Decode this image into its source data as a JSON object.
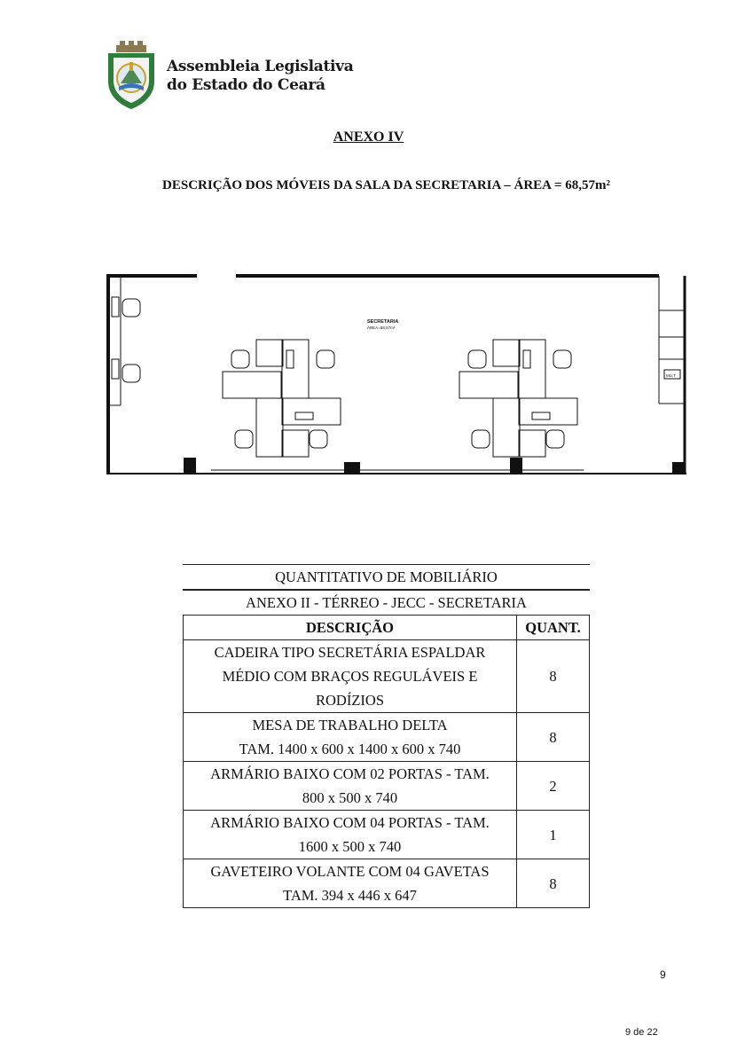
{
  "header": {
    "org_line1": "Assembleia Legislativa",
    "org_line2": "do Estado do Ceará",
    "colors": {
      "shield_green": "#2e7d3c",
      "shield_gold": "#c9a227",
      "tower": "#8a7a52"
    }
  },
  "annex_title": "ANEXO IV",
  "subtitle": "DESCRIÇÃO DOS MÓVEIS DA SALA DA SECRETARIA – ÁREA = 68,57m²",
  "plan": {
    "room_label": "SECRETARIA",
    "area_label": "ÁREA=68,57m²",
    "cabinet_label": "MU.T"
  },
  "table": {
    "title": "QUANTITATIVO DE MOBILIÁRIO",
    "subtitle": "ANEXO II - TÉRREO - JECC - SECRETARIA",
    "headers": [
      "DESCRIÇÃO",
      "QUANT."
    ],
    "rows": [
      {
        "lines": [
          "CADEIRA TIPO SECRETÁRIA ESPALDAR",
          "MÉDIO COM BRAÇOS REGULÁVEIS E",
          "RODÍZIOS"
        ],
        "qty": "8"
      },
      {
        "lines": [
          "MESA DE TRABALHO DELTA",
          "TAM. 1400 x 600 x 1400 x 600 x 740"
        ],
        "qty": "8"
      },
      {
        "lines": [
          "ARMÁRIO BAIXO COM 02 PORTAS - TAM.",
          "800 x 500 x 740"
        ],
        "qty": "2"
      },
      {
        "lines": [
          "ARMÁRIO BAIXO COM 04 PORTAS - TAM.",
          "1600 x 500 x 740"
        ],
        "qty": "1"
      },
      {
        "lines": [
          "GAVETEIRO VOLANTE COM 04 GAVETAS",
          "TAM. 394 x 446 x 647"
        ],
        "qty": "8"
      }
    ]
  },
  "footer": {
    "page_number": "9",
    "page_of": "9 de 22"
  }
}
